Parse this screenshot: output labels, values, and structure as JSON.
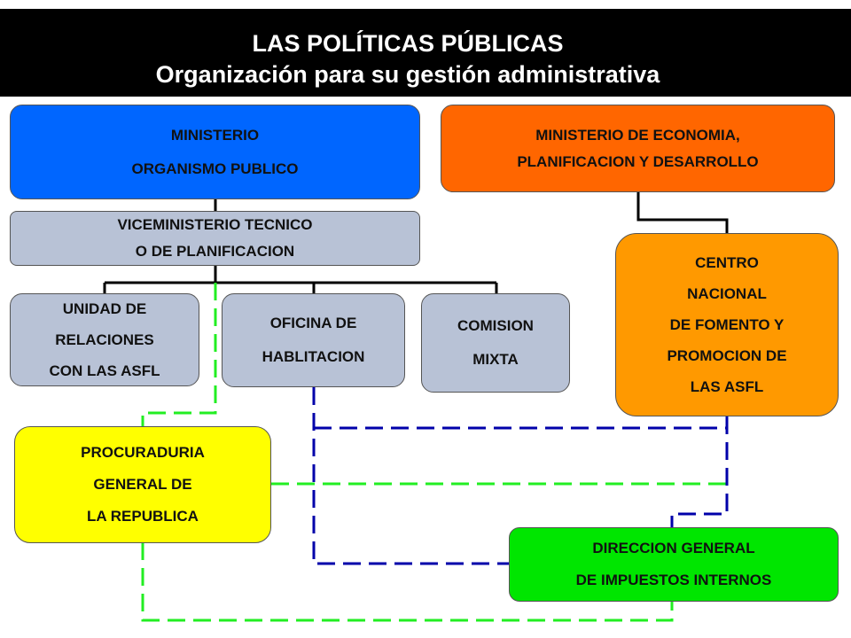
{
  "header": {
    "title": "LAS POLÍTICAS PÚBLICAS",
    "subtitle": "Organización para su gestión administrativa"
  },
  "colors": {
    "banner": "#000000",
    "ministerio": "#0066ff",
    "economia": "#ff6600",
    "gray_units": "#b8c2d6",
    "centro": "#ff9900",
    "procuraduria": "#ffff00",
    "direccion": "#00e600",
    "green_dashed": "#22ee22",
    "blue_dashed": "#0000aa"
  },
  "nodes": {
    "ministerio": {
      "lines": [
        "MINISTERIO",
        "ORGANISMO PUBLICO"
      ]
    },
    "economia": {
      "lines": [
        "MINISTERIO DE ECONOMIA,",
        "PLANIFICACION Y DESARROLLO"
      ]
    },
    "viceministerio": {
      "lines": [
        "VICEMINISTERIO TECNICO",
        "O DE PLANIFICACION"
      ]
    },
    "unidad": {
      "lines": [
        "UNIDAD DE",
        "RELACIONES",
        "CON LAS ASFL"
      ]
    },
    "oficina": {
      "lines": [
        "OFICINA DE",
        "HABLITACION"
      ]
    },
    "comision": {
      "lines": [
        "COMISION",
        "MIXTA"
      ]
    },
    "centro": {
      "lines": [
        "CENTRO",
        "NACIONAL",
        "DE FOMENTO Y",
        "PROMOCION DE",
        "LAS ASFL"
      ]
    },
    "procuraduria": {
      "lines": [
        "PROCURADURIA",
        "GENERAL DE",
        "LA REPUBLICA"
      ]
    },
    "direccion": {
      "lines": [
        "DIRECCION GENERAL",
        "DE IMPUESTOS INTERNOS"
      ]
    }
  }
}
